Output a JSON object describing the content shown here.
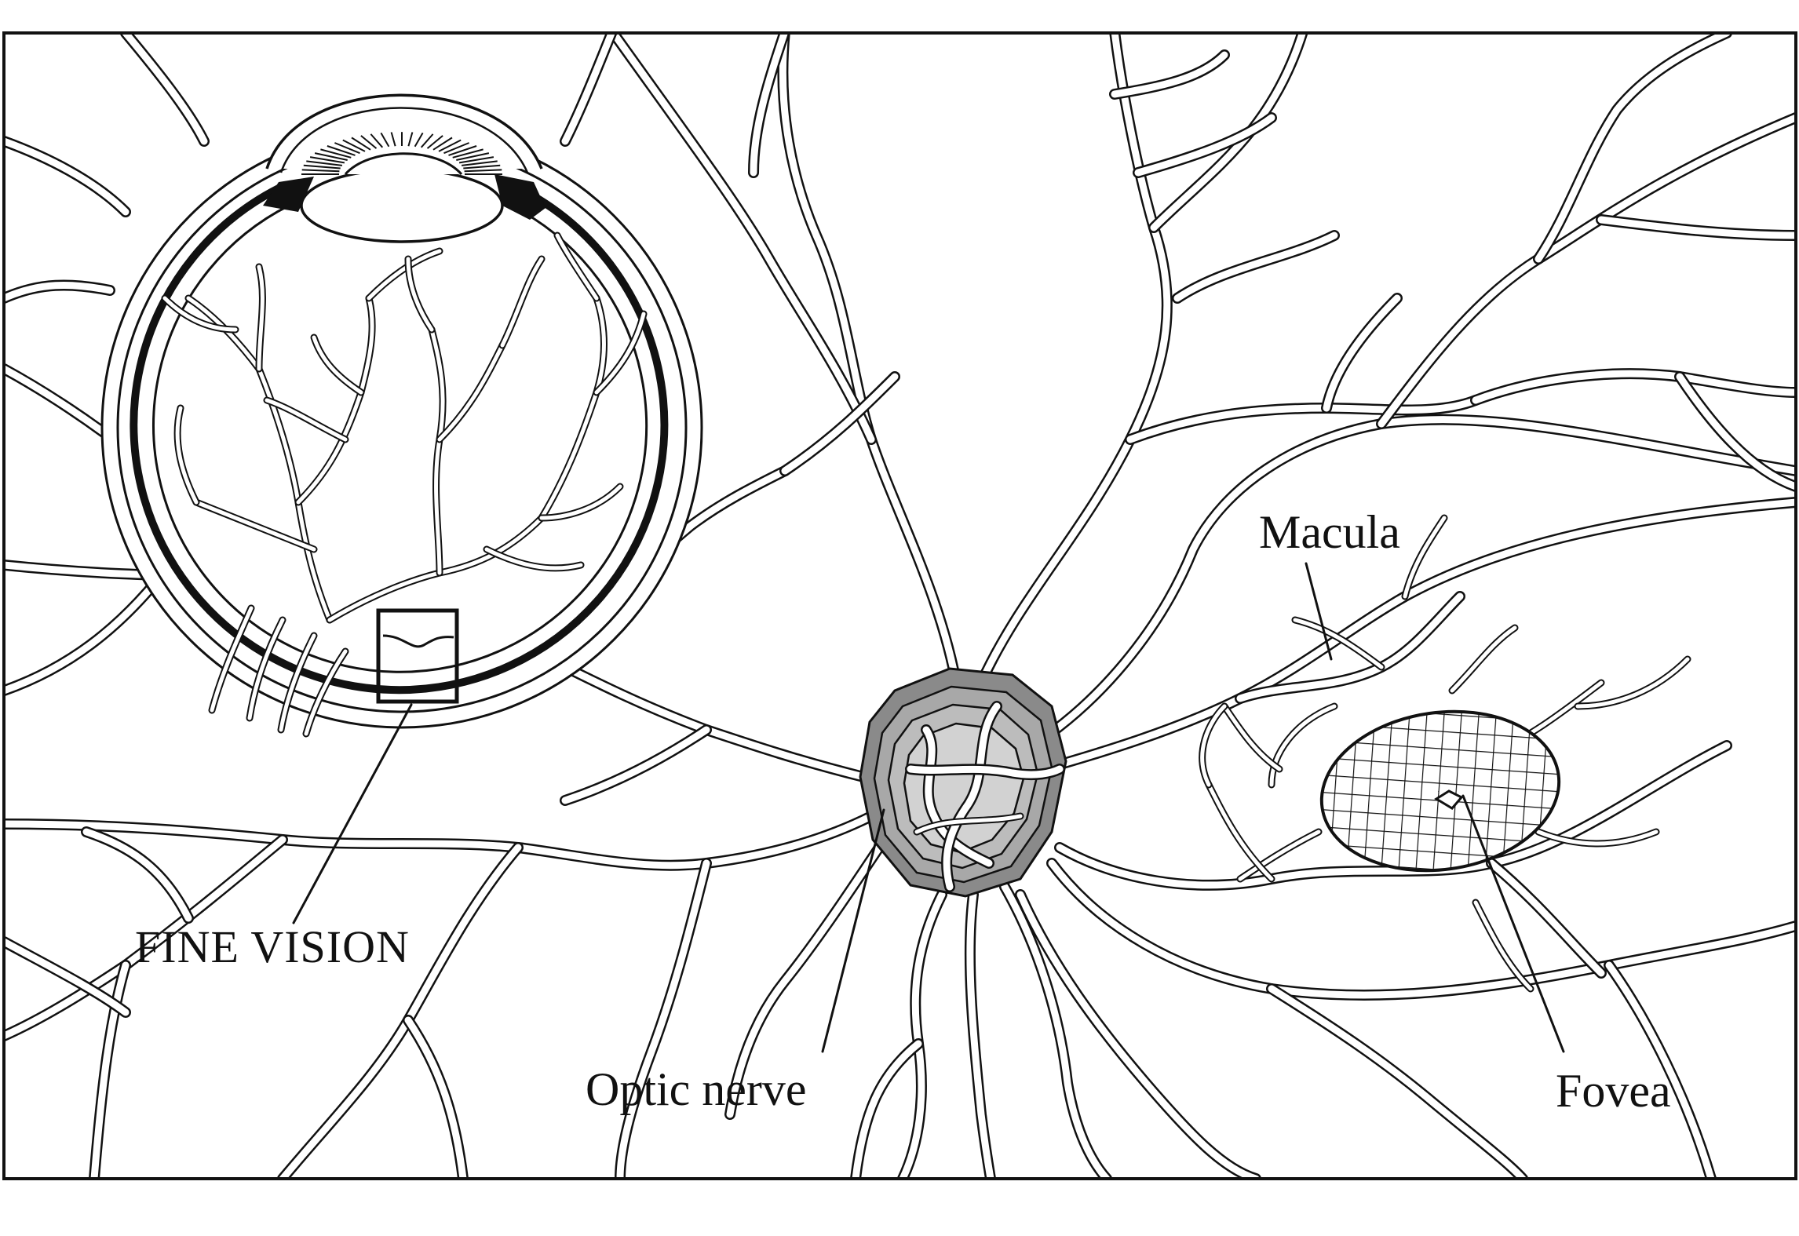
{
  "labels": {
    "fine_vision": "FINE VISION",
    "optic_nerve": "Optic nerve",
    "macula": "Macula",
    "fovea": "Fovea"
  },
  "colors": {
    "line": "#111111",
    "background": "#ffffff",
    "optic_disc_dark": "#7a7a7a",
    "optic_disc_light": "#c8c8c8",
    "fovea_mesh_fill": "#e0e0e0"
  }
}
